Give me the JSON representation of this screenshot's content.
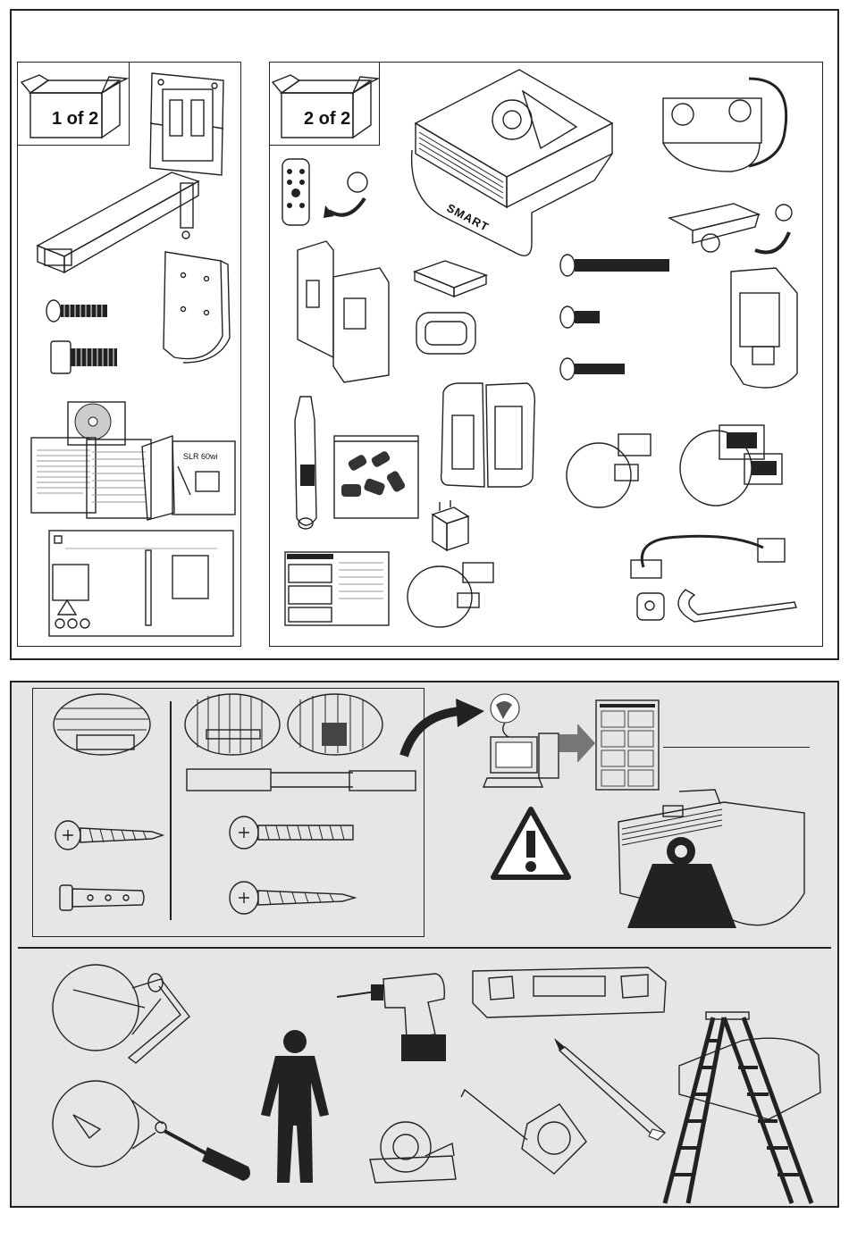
{
  "box1": {
    "label": "1 of 2"
  },
  "box2": {
    "label": "2 of 2"
  },
  "brand": {
    "smart_logo": "SMART"
  },
  "booklet": {
    "model": "SLR 60wi"
  },
  "icons": [
    "box-icon",
    "wall-plate-icon",
    "boom-arm-icon",
    "screw-icon",
    "bolt-icon",
    "cover-plate-icon",
    "cd-icon",
    "documents-icon",
    "poster-icon",
    "remote-icon",
    "battery-icon",
    "cable-cover-icon",
    "projector-icon",
    "filter-icon",
    "tray-icon",
    "pen-icon",
    "spare-tips-bag-icon",
    "pen-holder-icon",
    "power-adapter-icon",
    "quick-ref-card-icon",
    "usb-cable-icon",
    "vga-cable-icon",
    "power-cable-icon",
    "cable-tie-icon",
    "wall-type-icon",
    "anchor-icon",
    "computer-icon",
    "warning-icon",
    "weight-icon",
    "hex-key-icon",
    "screwdriver-icon",
    "person-icon",
    "drill-icon",
    "level-icon",
    "tape-icon",
    "measuring-tape-icon",
    "pencil-icon",
    "ladder-icon"
  ]
}
